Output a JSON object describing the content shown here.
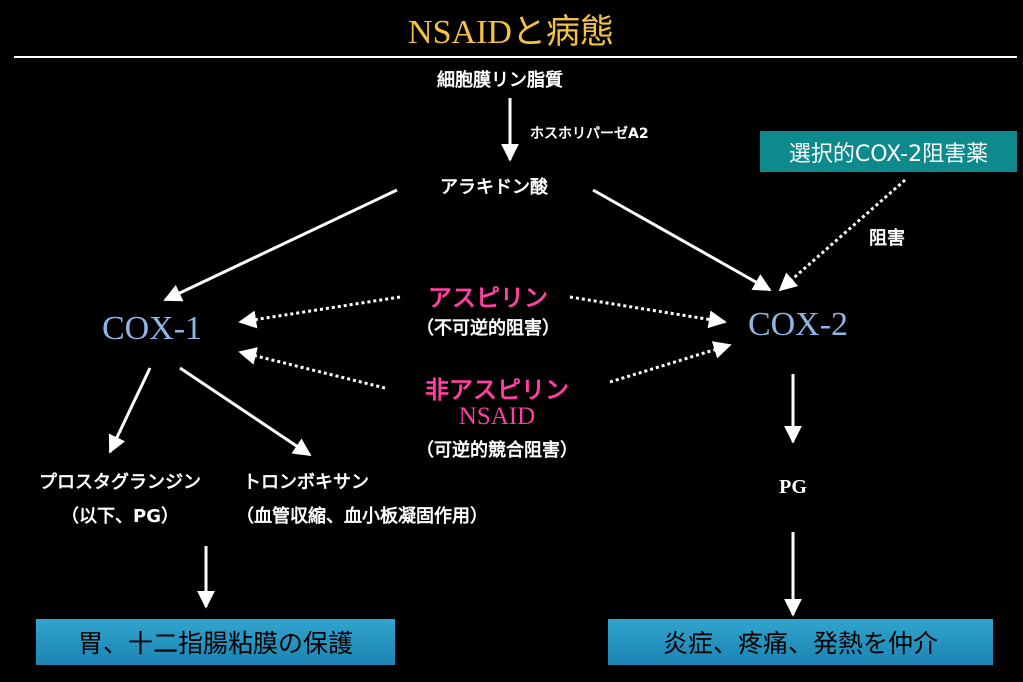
{
  "title": "NSAIDと病態",
  "nodes": {
    "membrane": "細胞膜リン脂質",
    "enzyme": "ホスホリパーゼA2",
    "arachidonic": "アラキドン酸",
    "cox1": "COX-1",
    "cox2": "COX-2",
    "aspirin": "アスピリン",
    "aspirin_note": "（不可逆的阻害）",
    "non_aspirin_line1": "非アスピリン",
    "non_aspirin_line2": "NSAID",
    "non_aspirin_note": "（可逆的競合阻害）",
    "selective": "選択的COX-2阻害薬",
    "inhibition": "阻害",
    "prostaglandin_line1": "プロスタグランジン",
    "prostaglandin_line2": "（以下、PG）",
    "thromboxane_line1": "トロンボキサン",
    "thromboxane_line2": "（血管収縮、血小板凝固作用）",
    "pg": "PG",
    "outcome_left": "胃、十二指腸粘膜の保護",
    "outcome_right": "炎症、疼痛、発熱を仲介"
  },
  "colors": {
    "title": "#f3c243",
    "cox": "#8fb6e6",
    "drug": "#ff3fa2",
    "outcome_box": "#2a9bc6",
    "selective_box": "#0e8a8c"
  }
}
